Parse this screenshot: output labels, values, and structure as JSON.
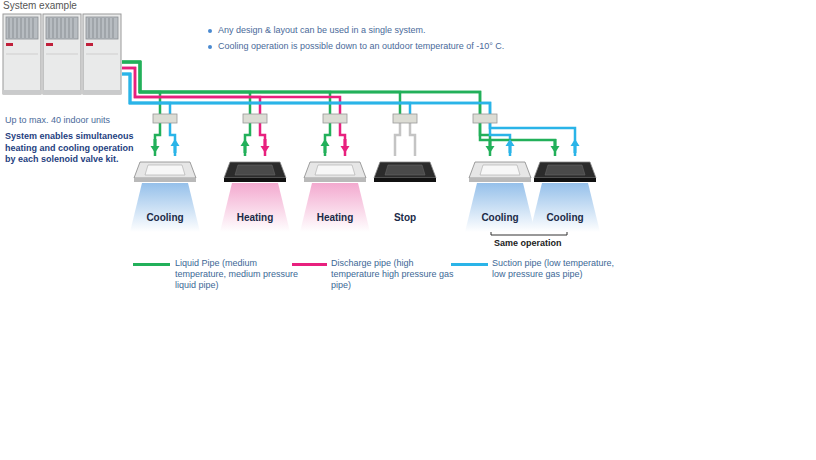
{
  "diagram": {
    "nodes": [
      {
        "text": [
          "System example"
        ]
      },
      {
        "text": [
          "Cooling"
        ]
      },
      {
        "text": [
          "Heating"
        ]
      },
      {
        "text": [
          "Heating"
        ]
      },
      {
        "text": [
          "Stop"
        ]
      },
      {
        "text": [
          "Cooling"
        ]
      },
      {
        "text": [
          "Cooling"
        ]
      }
    ],
    "edges": [
      {
        "from": 0,
        "to": 1,
        "arrow": "none"
      },
      {
        "from": 0,
        "to": 2,
        "arrow": "none"
      },
      {
        "from": 0,
        "to": 3,
        "arrow": "none"
      },
      {
        "from": 0,
        "to": 4,
        "arrow": "none"
      },
      {
        "from": 0,
        "to": 5,
        "arrow": "none"
      },
      {
        "from": 0,
        "to": 6,
        "arrow": "none"
      }
    ],
    "labels": [
      "Any design & layout can be used in a single system.",
      "Cooling operation is possible down to an outdoor temperature of -10° C.",
      "Up to max. 40 indoor units",
      "System enables simultaneous heating and cooling operation by each solenoid valve kit.",
      "Same operation"
    ],
    "legend": [
      {
        "text": "Liquid Pipe (medium temperature, medium pressure liquid pipe)",
        "color": "#22b05a"
      },
      {
        "text": "Discharge pipe (high temperature high pressure gas pipe)",
        "color": "#e8207e"
      },
      {
        "text": "Suction pipe (low temperature, low pressure gas pipe)",
        "color": "#2ab4e8"
      }
    ]
  }
}
